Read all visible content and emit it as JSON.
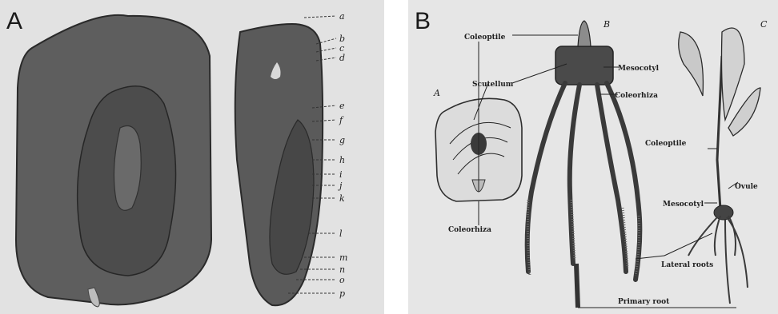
{
  "panel_a": {
    "label": "A",
    "letters": [
      "a",
      "b",
      "c",
      "d",
      "e",
      "f",
      "g",
      "h",
      "i",
      "j",
      "k",
      "l",
      "m",
      "n",
      "o",
      "p"
    ]
  },
  "panel_b": {
    "label": "B",
    "sub_labels": {
      "a": "A",
      "b": "B",
      "c": "C"
    },
    "labels": {
      "coleoptile_top": "Coleoptile",
      "scutellum": "Scutellum",
      "mesocotyl_top": "Mesocotyl",
      "coleorhiza_top": "Coleorhiza",
      "coleorhiza_bottom": "Coleorhiza",
      "coleoptile_c": "Coleoptile",
      "ovule": "Ovule",
      "mesocotyl_c": "Mesocotyl",
      "lateral_roots": "Lateral roots",
      "primary_root": "Primary root"
    }
  }
}
